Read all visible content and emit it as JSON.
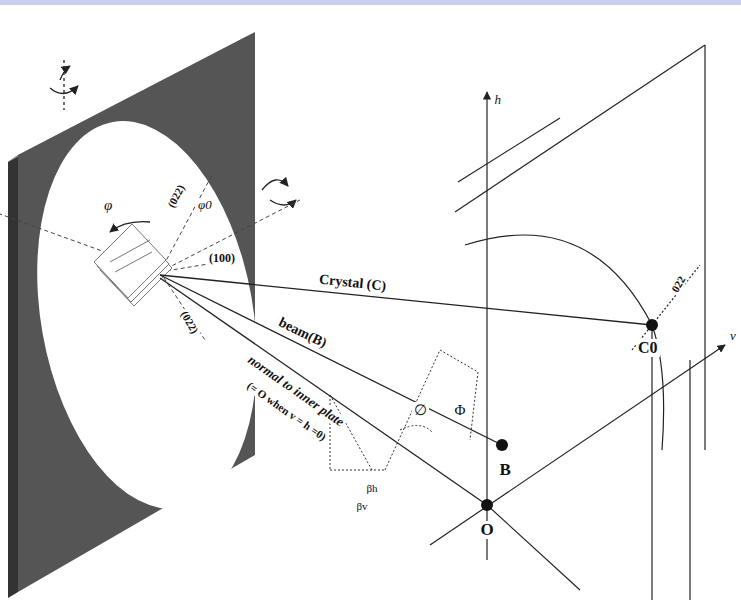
{
  "diagram": {
    "labels": [
      "φ",
      "(022)",
      "φ0",
      "(100)",
      "(022)",
      "Crystal (C)",
      "beam(B)",
      "βh",
      "βv",
      "∅",
      "Φ",
      "normal to inner plate",
      "(= O when v = h =0)",
      "h",
      "v",
      "B",
      "O",
      "C0",
      "022"
    ]
  }
}
